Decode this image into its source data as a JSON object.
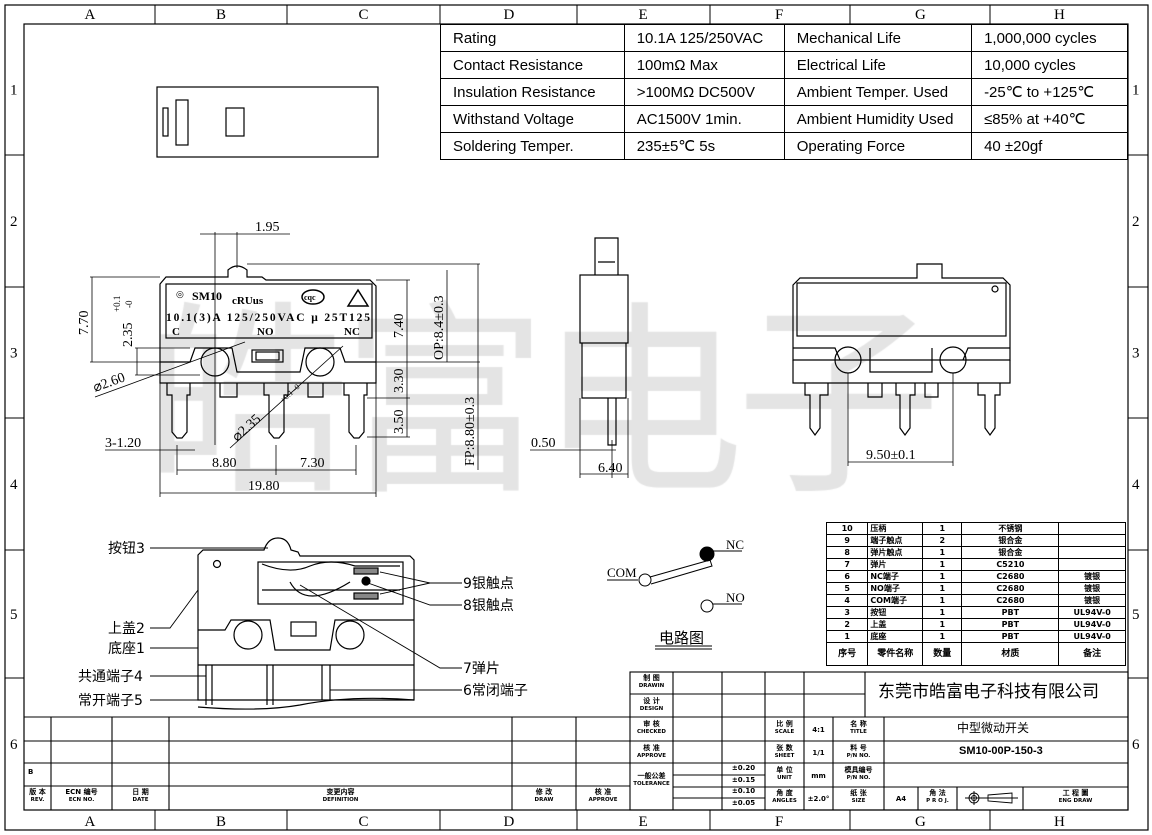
{
  "frame": {
    "columns": [
      "A",
      "B",
      "C",
      "D",
      "E",
      "F",
      "G",
      "H"
    ],
    "rows": [
      "1",
      "2",
      "3",
      "4",
      "5",
      "6"
    ]
  },
  "watermark": "皓富电子",
  "spec_table": [
    [
      "Rating",
      "10.1A  125/250VAC",
      "Mechanical Life",
      "1,000,000 cycles"
    ],
    [
      "Contact Resistance",
      "100mΩ  Max",
      "Electrical Life",
      "10,000 cycles"
    ],
    [
      "Insulation Resistance",
      ">100MΩ DC500V",
      "Ambient Temper. Used",
      "-25℃ to +125℃"
    ],
    [
      "Withstand Voltage",
      "AC1500V  1min.",
      "Ambient Humidity Used",
      "≤85% at +40℃"
    ],
    [
      "Soldering Temper.",
      "235±5℃ 5s",
      "Operating Force",
      "40 ±20gf"
    ]
  ],
  "front_view": {
    "marking_line1": "SM10",
    "marking_ul": "cRUus",
    "marking_cqc": "cqc",
    "marking_line2": "10.1(3)A 125/250VAC μ 25T125",
    "terminal_c": "C",
    "terminal_no": "NO",
    "terminal_nc": "NC",
    "dims": {
      "actuator_offset": "1.95",
      "height_total": "7.70",
      "hole_height": "2.35",
      "hole_height_tol_plus": "+0.1",
      "hole_height_tol_minus": "-0",
      "body_height": "7.40",
      "op": "OP:8.4±0.3",
      "fp": "FP:8.80±0.3",
      "hole_dia": "⌀2.60",
      "hole_dia2": "⌀2.35",
      "hole_dia2_tol": "+0.1 -0",
      "below_hole": "3.30",
      "pin_length": "3.50",
      "pin_width": "3-1.20",
      "pitch_left": "8.80",
      "pitch_right": "7.30",
      "body_length": "19.80"
    }
  },
  "side_view": {
    "pin_thickness": "0.50",
    "body_width": "6.40"
  },
  "right_view": {
    "hole_pitch": "9.50±0.1"
  },
  "cutaway": {
    "labels_left": [
      "按钮3",
      "上盖2",
      "底座1",
      "共通端子4",
      "常开端子5"
    ],
    "labels_right": [
      "9银触点",
      "8银触点",
      "7弹片",
      "6常闭端子"
    ]
  },
  "circuit": {
    "com": "COM",
    "nc": "NC",
    "no": "NO",
    "title": "电路图"
  },
  "bom": {
    "rows": [
      [
        "10",
        "压柄",
        "1",
        "不锈钢",
        ""
      ],
      [
        "9",
        "端子触点",
        "2",
        "银合金",
        ""
      ],
      [
        "8",
        "弹片触点",
        "1",
        "银合金",
        ""
      ],
      [
        "7",
        "弹片",
        "1",
        "C5210",
        ""
      ],
      [
        "6",
        "NC端子",
        "1",
        "C2680",
        "镀银"
      ],
      [
        "5",
        "NO端子",
        "1",
        "C2680",
        "镀银"
      ],
      [
        "4",
        "COM端子",
        "1",
        "C2680",
        "镀银"
      ],
      [
        "3",
        "按钮",
        "1",
        "PBT",
        "UL94V-0"
      ],
      [
        "2",
        "上盖",
        "1",
        "PBT",
        "UL94V-0"
      ],
      [
        "1",
        "底座",
        "1",
        "PBT",
        "UL94V-0"
      ]
    ],
    "header": [
      "序号",
      "零件名称",
      "数量",
      "材质",
      "备注"
    ]
  },
  "revision_block": {
    "rev_letter": "B",
    "headers": [
      {
        "cn": "版 本",
        "en": "REV."
      },
      {
        "cn": "ECN 编号",
        "en": "ECN NO."
      },
      {
        "cn": "日 期",
        "en": "DATE"
      },
      {
        "cn": "变更内容",
        "en": "DEFINITION"
      },
      {
        "cn": "修 改",
        "en": "DRAW"
      },
      {
        "cn": "核 准",
        "en": "APPROVE"
      }
    ]
  },
  "title_block": {
    "company": "东莞市皓富电子科技有限公司",
    "drawn": {
      "cn": "制 图",
      "en": "DRAWIN"
    },
    "design": {
      "cn": "设 计",
      "en": "DESIGN"
    },
    "checked": {
      "cn": "审 核",
      "en": "CHECKED"
    },
    "approve": {
      "cn": "核 准",
      "en": "APPROVE"
    },
    "tolerance": {
      "cn": "一般公差",
      "en": "TOLERANCE"
    },
    "tolerances": [
      "±0.20",
      "±0.15",
      "±0.10",
      "±0.05"
    ],
    "scale": {
      "cn": "比 例",
      "en": "SCALE",
      "value": "4:1"
    },
    "sheet": {
      "cn": "张 数",
      "en": "SHEET",
      "value": "1/1"
    },
    "unit": {
      "cn": "单 位",
      "en": "UNIT",
      "value": "mm"
    },
    "angles": {
      "cn": "角 度",
      "en": "ANGLES",
      "value": "±2.0°"
    },
    "title": {
      "cn": "名 称",
      "en": "TITLE",
      "value": "中型微动开关"
    },
    "pn": {
      "cn": "料 号",
      "en": "P/N NO.",
      "value": "SM10-00P-150-3"
    },
    "mold": {
      "cn": "模具编号",
      "en": "P/N NO."
    },
    "size": {
      "cn": "纸 张",
      "en": "SIZE",
      "value": "A4"
    },
    "proj": {
      "cn": "角 法",
      "en": "P R O J."
    },
    "eng": {
      "cn": "工 程 圖",
      "en": "ENG DRAW"
    }
  }
}
